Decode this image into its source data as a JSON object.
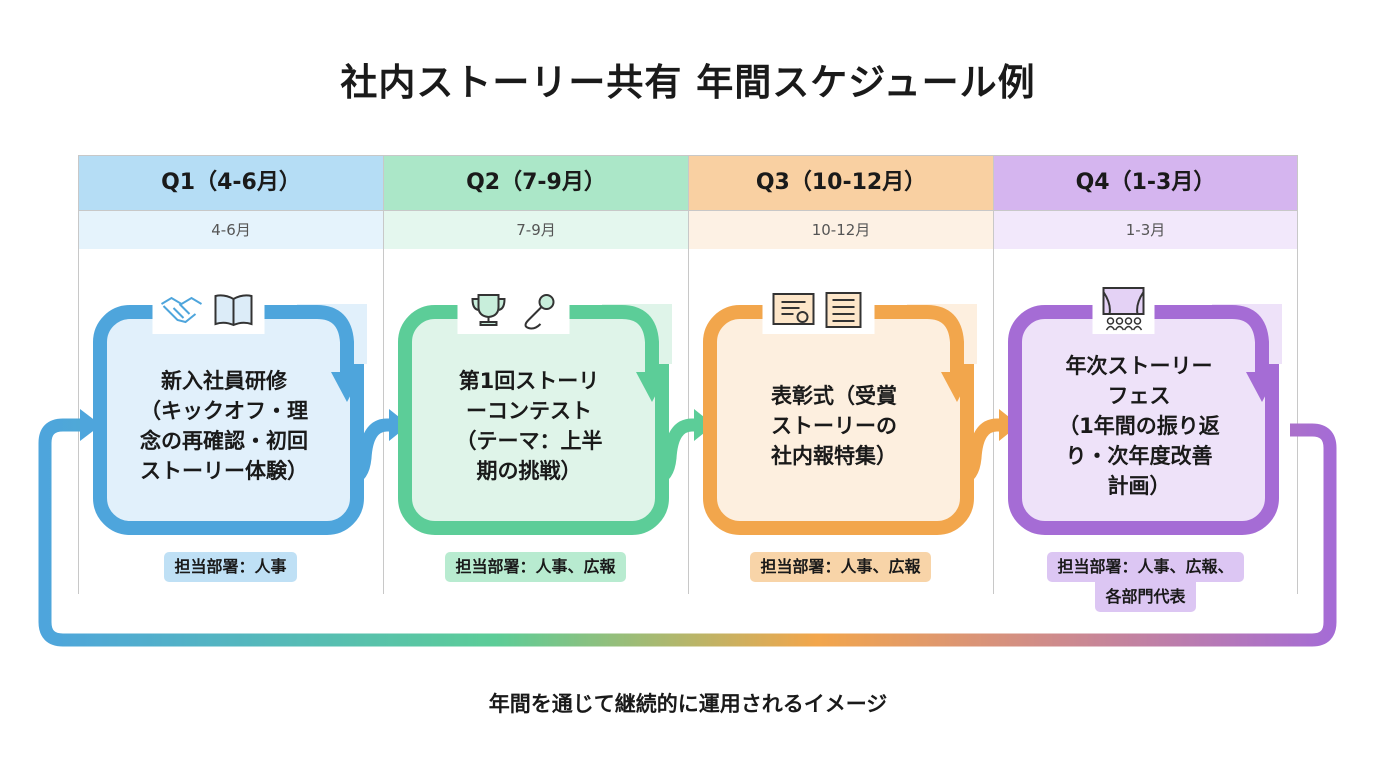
{
  "title": "社内ストーリー共有 年間スケジュール例",
  "footer": "年間を通じて継続的に運用されるイメージ",
  "quarters": [
    {
      "header": "Q1（4-6月）",
      "months": "4-6月",
      "event_lines": [
        "新入社員研修",
        "（キックオフ・理",
        "念の再確認・初回",
        "ストーリー体験）"
      ],
      "dept_lines": [
        "担当部署：人事"
      ],
      "icons": [
        "handshake-icon",
        "book-icon"
      ],
      "colors": {
        "main": "#4ea5dc",
        "header": "#b5ddf5",
        "sub": "#e5f3fc",
        "fill": "#e1f0fb",
        "badge": "#bfe0f5"
      }
    },
    {
      "header": "Q2（7-9月）",
      "months": "7-9月",
      "event_lines": [
        "第1回ストーリ",
        "ーコンテスト",
        "（テーマ：上半",
        "期の挑戦）"
      ],
      "dept_lines": [
        "担当部署：人事、広報"
      ],
      "icons": [
        "trophy-icon",
        "microphone-icon"
      ],
      "colors": {
        "main": "#5ccd98",
        "header": "#abe7c8",
        "sub": "#e4f7ee",
        "fill": "#dff4e9",
        "badge": "#b8ebd0"
      }
    },
    {
      "header": "Q3（10-12月）",
      "months": "10-12月",
      "event_lines": [
        "表彰式（受賞",
        "ストーリーの",
        "社内報特集）"
      ],
      "dept_lines": [
        "担当部署：人事、広報"
      ],
      "icons": [
        "certificate-icon",
        "newspaper-icon"
      ],
      "colors": {
        "main": "#f2a64c",
        "header": "#f9d0a2",
        "sub": "#fdf1e4",
        "fill": "#fdefdf",
        "badge": "#f8d4a8"
      }
    },
    {
      "header": "Q4（1-3月）",
      "months": "1-3月",
      "event_lines": [
        "年次ストーリー",
        "フェス",
        "（1年間の振り返",
        "り・次年度改善",
        "計画）"
      ],
      "dept_lines": [
        "担当部署：人事、広報、",
        "各部門代表"
      ],
      "icons": [
        "stage-audience-icon"
      ],
      "colors": {
        "main": "#a56cd5",
        "header": "#d5b5ef",
        "sub": "#f2e8fb",
        "fill": "#eee2f9",
        "badge": "#dcc6f3"
      }
    }
  ]
}
